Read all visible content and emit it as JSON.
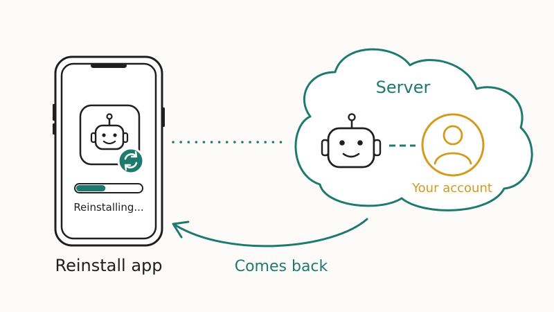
{
  "phone": {
    "status_text": "Reinstalling...",
    "progress": 0.45,
    "caption": "Reinstall app"
  },
  "cloud": {
    "title": "Server",
    "account_label": "Your account"
  },
  "return_arrow": {
    "label": "Comes back"
  },
  "colors": {
    "ink": "#1f1f1f",
    "teal": "#1f7a6e",
    "gold": "#d49a1c",
    "background": "#fcfbf9"
  },
  "icons": {
    "app_robot": "robot-face-icon",
    "refresh_badge": "refresh-icon",
    "cloud_robot": "robot-face-icon",
    "account": "user-icon"
  }
}
